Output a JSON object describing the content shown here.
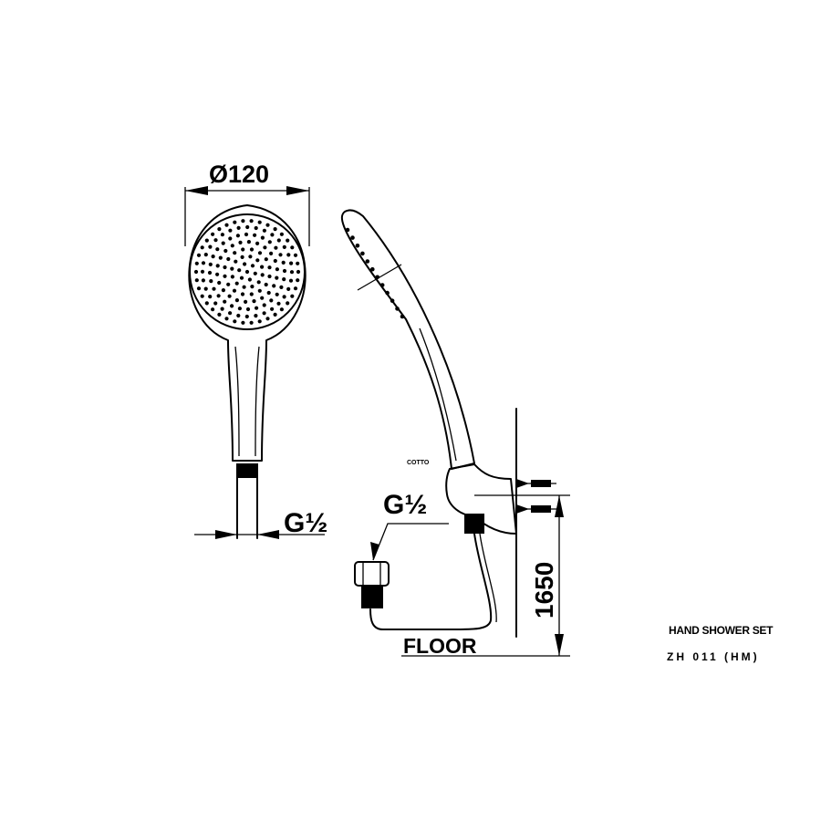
{
  "drawing": {
    "dimensions": {
      "head_diameter": "Ø120",
      "thread_front": "G½",
      "thread_side": "G½",
      "height": "1650"
    },
    "labels": {
      "floor": "FLOOR",
      "brand": "COTTO"
    },
    "title_block": {
      "product_name": "HAND SHOWER SET",
      "model_code": "ZH 011 (HM)"
    }
  }
}
